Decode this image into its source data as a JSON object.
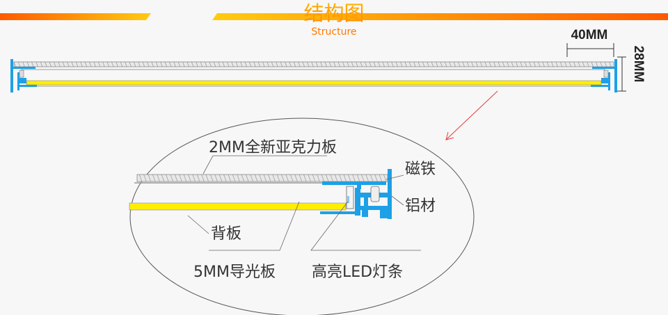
{
  "header": {
    "title": "结构图",
    "subtitle": "Structure"
  },
  "dimensions": {
    "width": "40MM",
    "height": "28MM"
  },
  "labels": {
    "acrylic": "2MM全新亚克力板",
    "magnet": "磁铁",
    "aluminum": "铝材",
    "backboard": "背板",
    "light_guide": "5MM导光板",
    "led_strip": "高亮LED灯条"
  },
  "colors": {
    "accent_orange": "#ff6a00",
    "accent_yellow": "#ffcc00",
    "frame_blue": "#1ea0e6",
    "led_yellow": "#ffee00",
    "arrow_red": "#e83a3a"
  }
}
